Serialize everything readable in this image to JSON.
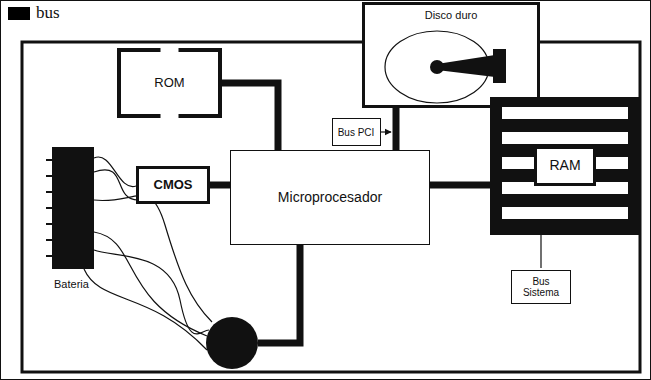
{
  "diagram": {
    "nodes": [
      {
        "text": [
          "Disco duro"
        ]
      },
      {
        "text": [
          "ROM"
        ]
      },
      {
        "text": [
          "Bus PCI"
        ]
      },
      {
        "text": [
          "CMOS"
        ]
      },
      {
        "text": [
          "Microprocesador"
        ]
      },
      {
        "text": [
          "RAM"
        ]
      },
      {
        "text": [
          "Bus Sistema"
        ]
      }
    ],
    "edges": [
      {
        "from": 1,
        "to": 4,
        "arrow": "none"
      },
      {
        "from": 3,
        "to": 4,
        "arrow": "none"
      },
      {
        "from": 4,
        "to": 0,
        "arrow": "none"
      },
      {
        "from": 4,
        "to": 5,
        "arrow": "none"
      }
    ],
    "labels": [
      "Bateria"
    ],
    "legend": [
      {
        "text": "bus",
        "color": "#000000"
      }
    ]
  }
}
